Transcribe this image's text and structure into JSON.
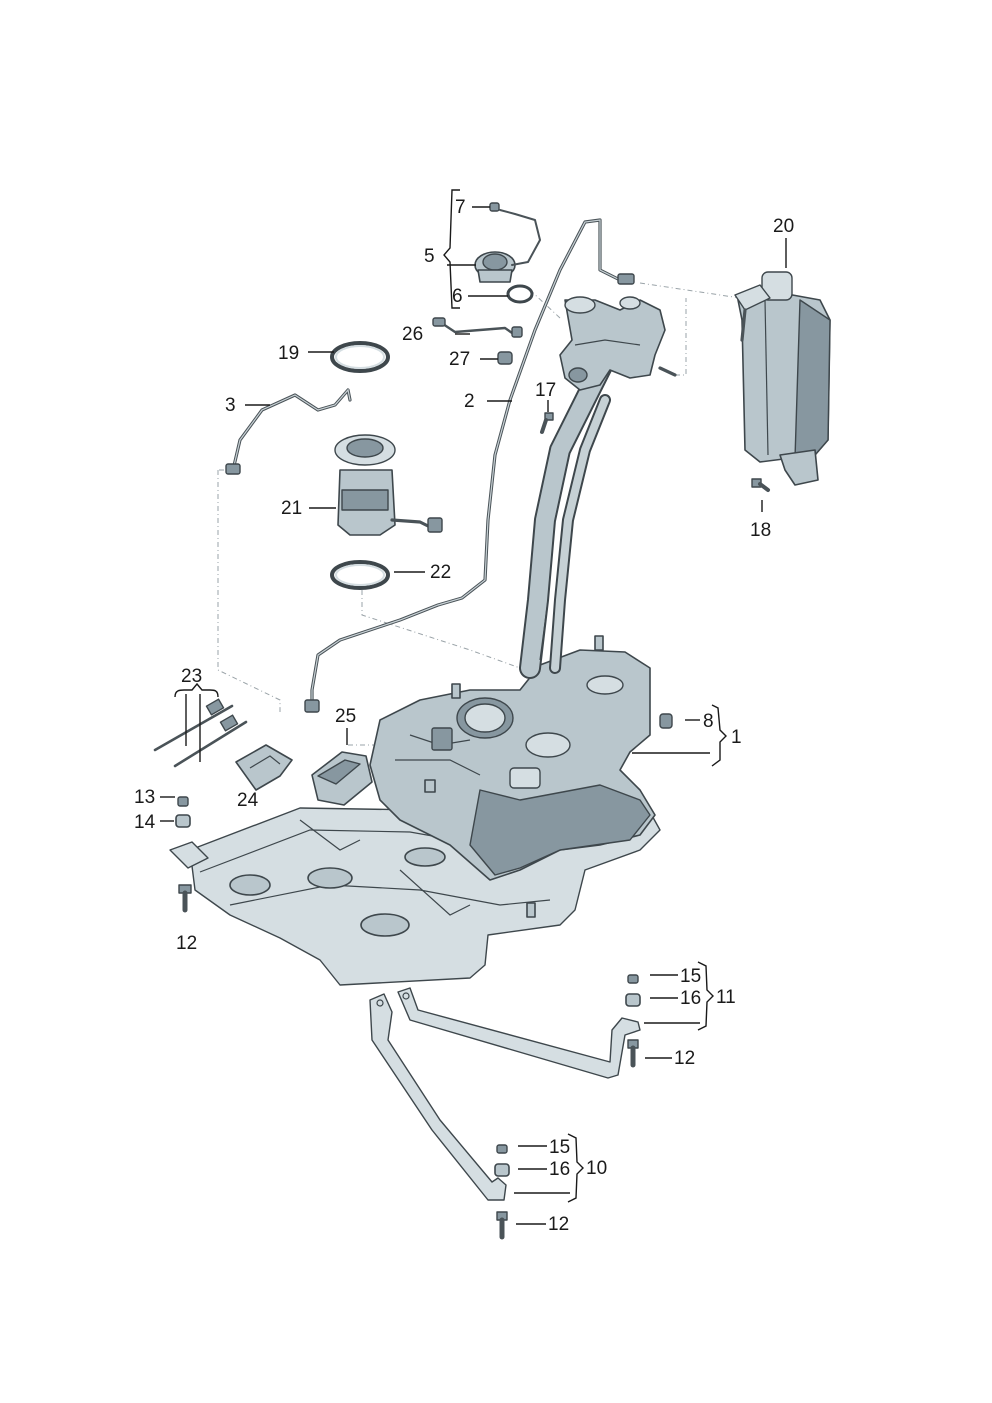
{
  "callouts": [
    {
      "id": "c1",
      "text": "1"
    },
    {
      "id": "c2",
      "text": "2"
    },
    {
      "id": "c3",
      "text": "3"
    },
    {
      "id": "c5",
      "text": "5"
    },
    {
      "id": "c6",
      "text": "6"
    },
    {
      "id": "c7",
      "text": "7"
    },
    {
      "id": "c8",
      "text": "8"
    },
    {
      "id": "c10",
      "text": "10"
    },
    {
      "id": "c11",
      "text": "11"
    },
    {
      "id": "c12a",
      "text": "12"
    },
    {
      "id": "c12b",
      "text": "12"
    },
    {
      "id": "c12c",
      "text": "12"
    },
    {
      "id": "c13",
      "text": "13"
    },
    {
      "id": "c14",
      "text": "14"
    },
    {
      "id": "c15a",
      "text": "15"
    },
    {
      "id": "c15b",
      "text": "15"
    },
    {
      "id": "c16a",
      "text": "16"
    },
    {
      "id": "c16b",
      "text": "16"
    },
    {
      "id": "c17",
      "text": "17"
    },
    {
      "id": "c18",
      "text": "18"
    },
    {
      "id": "c19",
      "text": "19"
    },
    {
      "id": "c20",
      "text": "20"
    },
    {
      "id": "c21",
      "text": "21"
    },
    {
      "id": "c22",
      "text": "22"
    },
    {
      "id": "c23",
      "text": "23"
    },
    {
      "id": "c24",
      "text": "24"
    },
    {
      "id": "c25",
      "text": "25"
    },
    {
      "id": "c26",
      "text": "26"
    },
    {
      "id": "c27",
      "text": "27"
    }
  ],
  "colors": {
    "part_fill": "#b9c6cc",
    "part_light": "#d5dee2",
    "part_dark": "#8797a0",
    "outline": "#3e474c",
    "label": "#1a1a1a"
  }
}
